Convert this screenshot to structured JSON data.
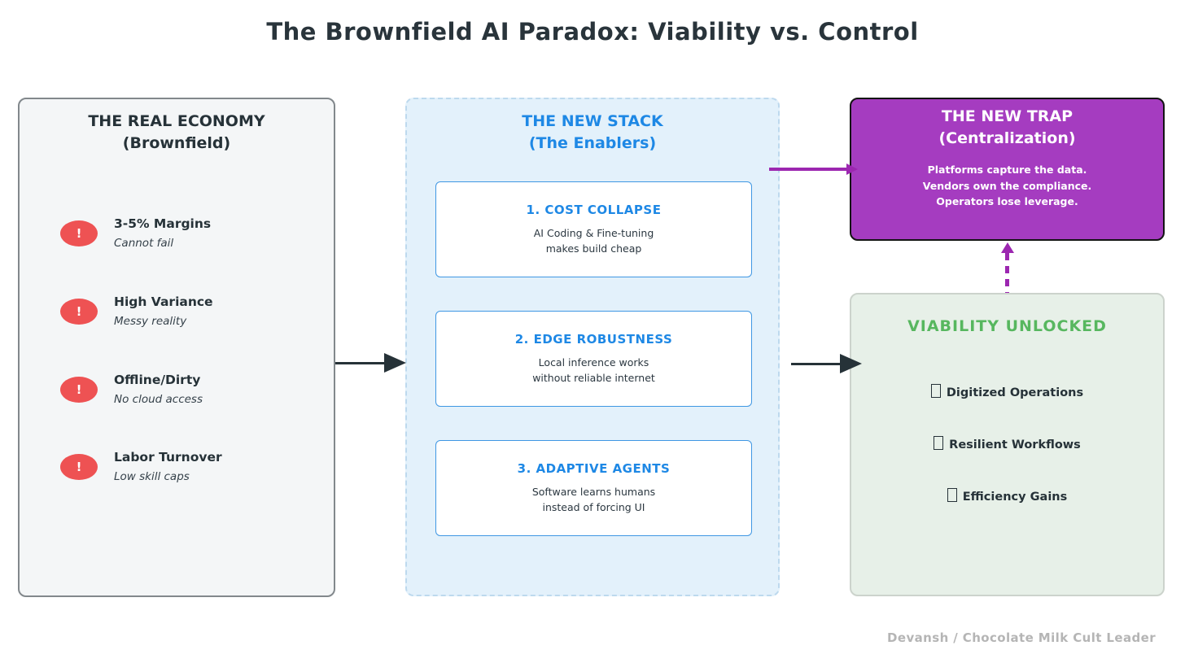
{
  "title": "The Brownfield AI Paradox: Viability vs. Control",
  "watermark": "Devansh / Chocolate Milk Cult Leader",
  "colors": {
    "accent_blue": "#1e88e5",
    "accent_purple": "#9c27b0",
    "trap_fill": "#a53cc0",
    "viability_green": "#57b75f",
    "alert_red": "#ee5253",
    "ink": "#263238"
  },
  "real_economy": {
    "title_line1": "THE REAL ECONOMY",
    "title_line2": "(Brownfield)",
    "items": [
      {
        "icon": "alert-exclamation",
        "label": "3-5% Margins",
        "note": "Cannot fail"
      },
      {
        "icon": "alert-exclamation",
        "label": "High Variance",
        "note": "Messy reality"
      },
      {
        "icon": "alert-exclamation",
        "label": "Offline/Dirty",
        "note": "No cloud access"
      },
      {
        "icon": "alert-exclamation",
        "label": "Labor Turnover",
        "note": "Low skill caps"
      }
    ],
    "alert_glyph": "!"
  },
  "new_stack": {
    "title_line1": "THE NEW STACK",
    "title_line2": "(The Enablers)",
    "boxes": [
      {
        "title": "1. COST COLLAPSE",
        "line1": "AI Coding & Fine-tuning",
        "line2": "makes build cheap"
      },
      {
        "title": "2. EDGE ROBUSTNESS",
        "line1": "Local inference works",
        "line2": "without reliable internet"
      },
      {
        "title": "3. ADAPTIVE AGENTS",
        "line1": "Software learns humans",
        "line2": "instead of forcing UI"
      }
    ]
  },
  "new_trap": {
    "title_line1": "THE NEW TRAP",
    "title_line2": "(Centralization)",
    "body_lines": [
      "Platforms capture the data.",
      "Vendors own the compliance.",
      "Operators lose leverage."
    ]
  },
  "viability": {
    "title": "VIABILITY UNLOCKED",
    "items": [
      {
        "icon": "tofu-box",
        "label": "Digitized Operations"
      },
      {
        "icon": "tofu-box",
        "label": "Resilient Workflows"
      },
      {
        "icon": "tofu-box",
        "label": "Efficiency Gains"
      }
    ]
  }
}
